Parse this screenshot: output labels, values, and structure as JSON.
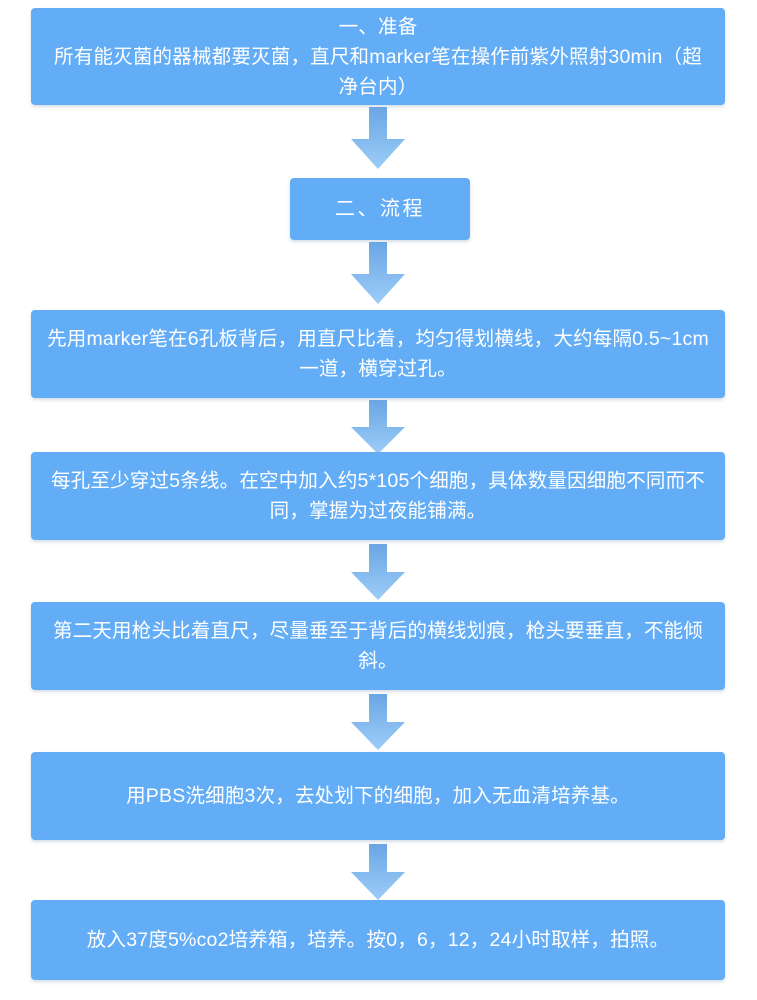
{
  "diagram": {
    "title": "细胞划痕实验流程图",
    "background_color": "#ffffff",
    "node_fill_color": "#63adf7",
    "node_text_color": "#ffffff",
    "arrow_gradient_top": "#6aa6e4",
    "arrow_gradient_bottom": "#9ccdf8",
    "direction": "top-to-bottom",
    "node_count": 7,
    "arrow_count": 6
  },
  "nodes": [
    {
      "id": "node-1",
      "name": "preparation",
      "text": "一、准备\n所有能灭菌的器械都要灭菌，直尺和marker笔在操作前紫外照射30min（超净台内）",
      "lines": 3
    },
    {
      "id": "node-2",
      "name": "process-header",
      "text": "二、流程",
      "lines": 1
    },
    {
      "id": "node-3",
      "name": "step-draw-lines",
      "text": "先用marker笔在6孔板背后，用直尺比着，均匀得划横线，大约每隔0.5~1cm一道，横穿过孔。",
      "lines": 2
    },
    {
      "id": "node-4",
      "name": "step-seed-cells",
      "text": "每孔至少穿过5条线。在空中加入约5*105个细胞，具体数量因细胞不同而不同，掌握为过夜能铺满。",
      "lines": 2
    },
    {
      "id": "node-5",
      "name": "step-scratch",
      "text": "第二天用枪头比着直尺，尽量垂至于背后的横线划痕，枪头要垂直，不能倾斜。",
      "lines": 2
    },
    {
      "id": "node-6",
      "name": "step-wash-pbs",
      "text": "用PBS洗细胞3次，去处划下的细胞，加入无血清培养基。",
      "lines": 1
    },
    {
      "id": "node-7",
      "name": "step-incubate",
      "text": "放入37度5%co2培养箱，培养。按0，6，12，24小时取样，拍照。",
      "lines": 1
    }
  ],
  "arrows": [
    {
      "id": "arrow-1",
      "from": "node-1",
      "to": "node-2",
      "direction": "down"
    },
    {
      "id": "arrow-2",
      "from": "node-2",
      "to": "node-3",
      "direction": "down"
    },
    {
      "id": "arrow-3",
      "from": "node-3",
      "to": "node-4",
      "direction": "down"
    },
    {
      "id": "arrow-4",
      "from": "node-4",
      "to": "node-5",
      "direction": "down"
    },
    {
      "id": "arrow-5",
      "from": "node-5",
      "to": "node-6",
      "direction": "down"
    },
    {
      "id": "arrow-6",
      "from": "node-6",
      "to": "node-7",
      "direction": "down"
    }
  ]
}
